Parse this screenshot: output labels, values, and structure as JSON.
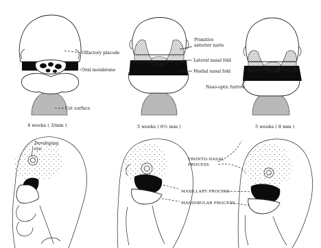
{
  "labels": {
    "olfactory_placode": "Olfactory placode",
    "oral_membrane": "Oral membrane",
    "cut_surface": "Cut surface",
    "primitive_anterior_naris_1": "Primitive",
    "primitive_anterior_naris_2": "anterior naris",
    "lateral_nasal_fold": "Lateral nasal fold",
    "medial_nasal_fold": "Medial nasal fold",
    "naso_optic_furrow": "Naso-optic furrow",
    "developing_eye_1": "Developing",
    "developing_eye_2": "eye",
    "frontonasal_1": "FRONTO-NASAL",
    "frontonasal_2": "PROCESS",
    "maxillary_process": "MAXILLARY PROCESS",
    "mandibular_process": "MANDIBULAR PROCESS"
  },
  "captions": {
    "stage1": "4 weeks ( 3/mm )",
    "stage2": "5 weeks ( 6½ mm )",
    "stage3": "5 weeks ( 8 mm )"
  }
}
